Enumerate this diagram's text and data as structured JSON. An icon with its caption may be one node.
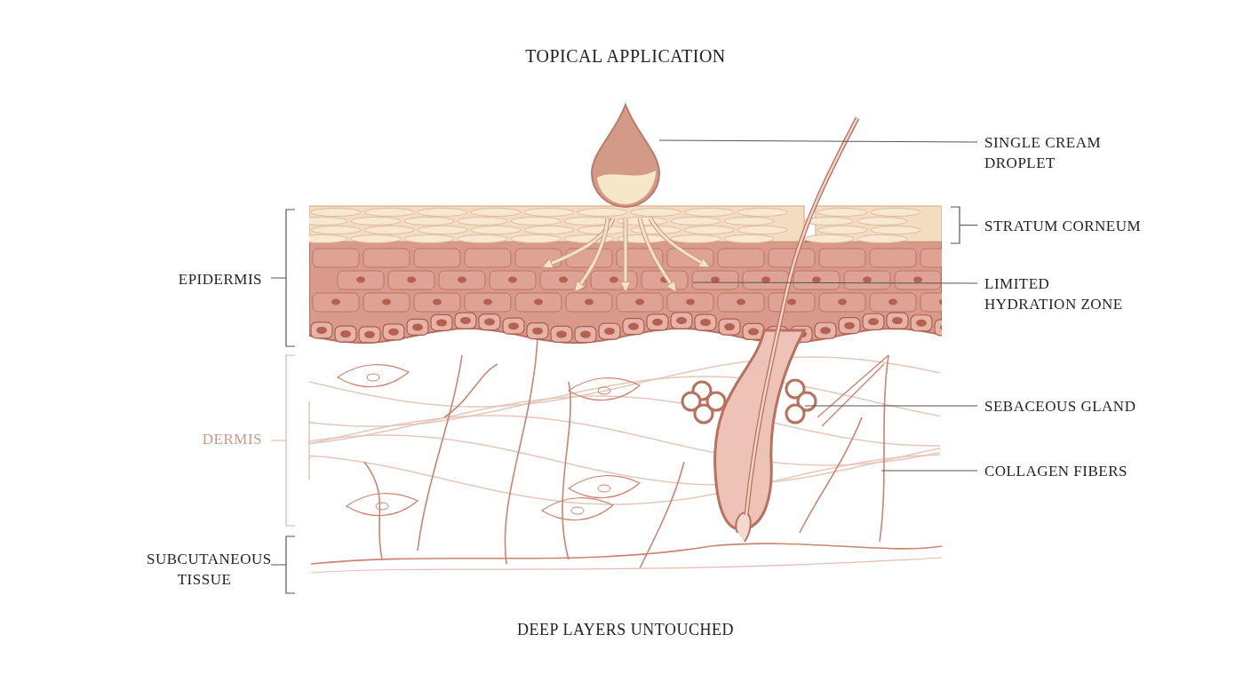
{
  "diagram": {
    "title": "TOPICAL APPLICATION",
    "caption": "DEEP LAYERS UNTOUCHED",
    "nodes": [
      {
        "text": [
          "SINGLE CREAM DROPLET"
        ]
      },
      {
        "text": [],
        "shape": "picture"
      },
      {
        "text": [
          "LIMITED HYDRATION ZONE"
        ]
      },
      {
        "text": [
          "SEBACEOUS GLAND"
        ]
      },
      {
        "text": [],
        "shape": "picture"
      },
      {
        "text": [
          "COLLAGEN FIBERS"
        ]
      }
    ],
    "edges": [
      {
        "from": 0,
        "to": 1,
        "arrow": "none"
      },
      {
        "from": 2,
        "to": null,
        "arrow": "none"
      },
      {
        "from": 3,
        "to": 4,
        "arrow": "none"
      },
      {
        "from": 5,
        "to": null,
        "arrow": "none"
      }
    ],
    "labels": [
      "STRATUM CORNEUM",
      "EPIDERMIS",
      "DERMIS",
      "SUBCUTANEOUS TISSUE"
    ]
  }
}
